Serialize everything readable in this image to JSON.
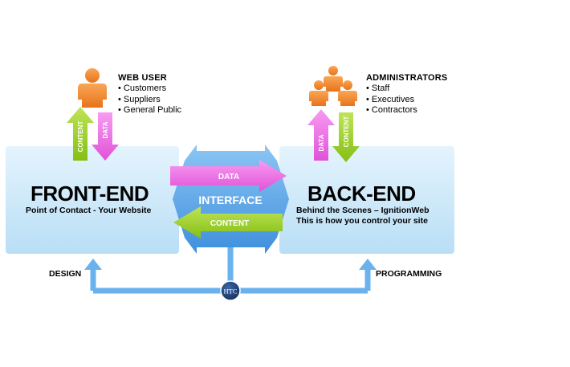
{
  "web_user": {
    "title": "WEB USER",
    "items": [
      "• Customers",
      "• Suppliers",
      "• General Public"
    ]
  },
  "administrators": {
    "title": "ADMINISTRATORS",
    "items": [
      "• Staff",
      "• Executives",
      "• Contractors"
    ]
  },
  "front_end": {
    "title": "FRONT-END",
    "subtitle": "Point of Contact - Your Website"
  },
  "back_end": {
    "title": "BACK-END",
    "subtitle_lines": [
      "Behind the Scenes – IgnitionWeb",
      "This is how you control your site"
    ]
  },
  "interface": {
    "title": "INTERFACE",
    "data_label": "DATA",
    "content_label": "CONTENT"
  },
  "vertical_labels": {
    "front_content": "CONTENT",
    "front_data": "DATA",
    "back_data": "DATA",
    "back_content": "CONTENT"
  },
  "bottom": {
    "design": "DESIGN",
    "programming": "PROGRAMMING",
    "logo": "HTC"
  },
  "colors": {
    "panel": "#cfe9f9",
    "interface_blue": "#5aa8ea",
    "data_pink": "#f06ee6",
    "content_green": "#9bd11f",
    "person_orange": "#f28a2d",
    "logo_navy": "#1f3e70"
  }
}
